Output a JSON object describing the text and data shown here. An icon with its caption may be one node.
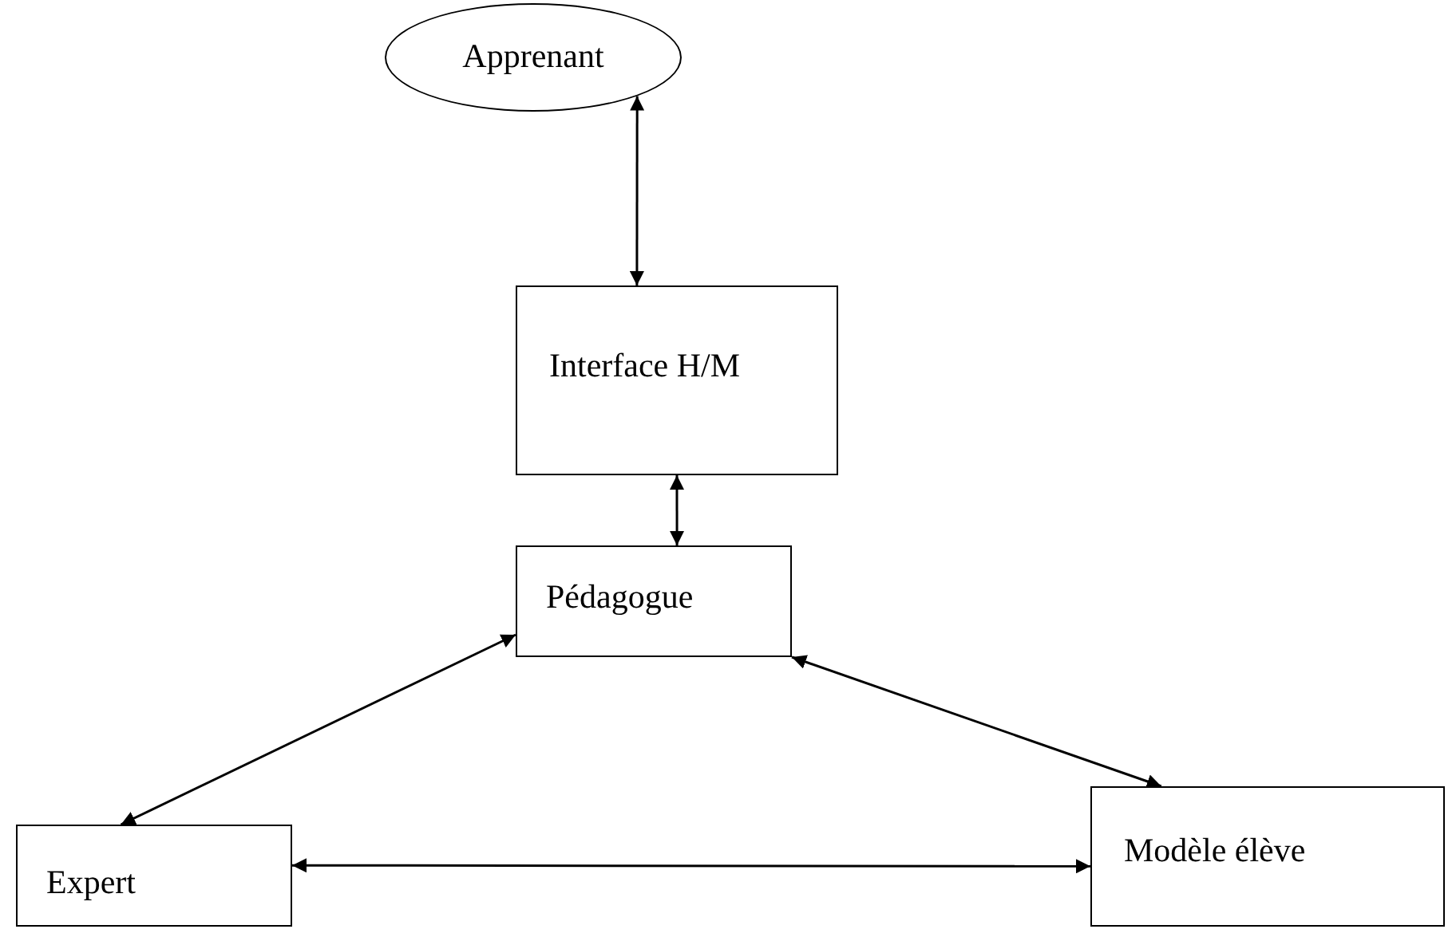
{
  "diagram": {
    "nodes": [
      {
        "text": [
          "Apprenant"
        ]
      },
      {
        "text": [
          "Interface H/M"
        ]
      },
      {
        "text": [
          "Pédagogue"
        ]
      },
      {
        "text": [
          "Expert"
        ]
      },
      {
        "text": [
          "Modèle élève"
        ]
      }
    ],
    "edges": [
      {
        "from": 0,
        "to": 1,
        "arrow": "both"
      },
      {
        "from": 1,
        "to": 2,
        "arrow": "both"
      },
      {
        "from": 2,
        "to": 3,
        "arrow": "both"
      },
      {
        "from": 2,
        "to": 4,
        "arrow": "both"
      },
      {
        "from": 3,
        "to": 4,
        "arrow": "both"
      }
    ]
  }
}
